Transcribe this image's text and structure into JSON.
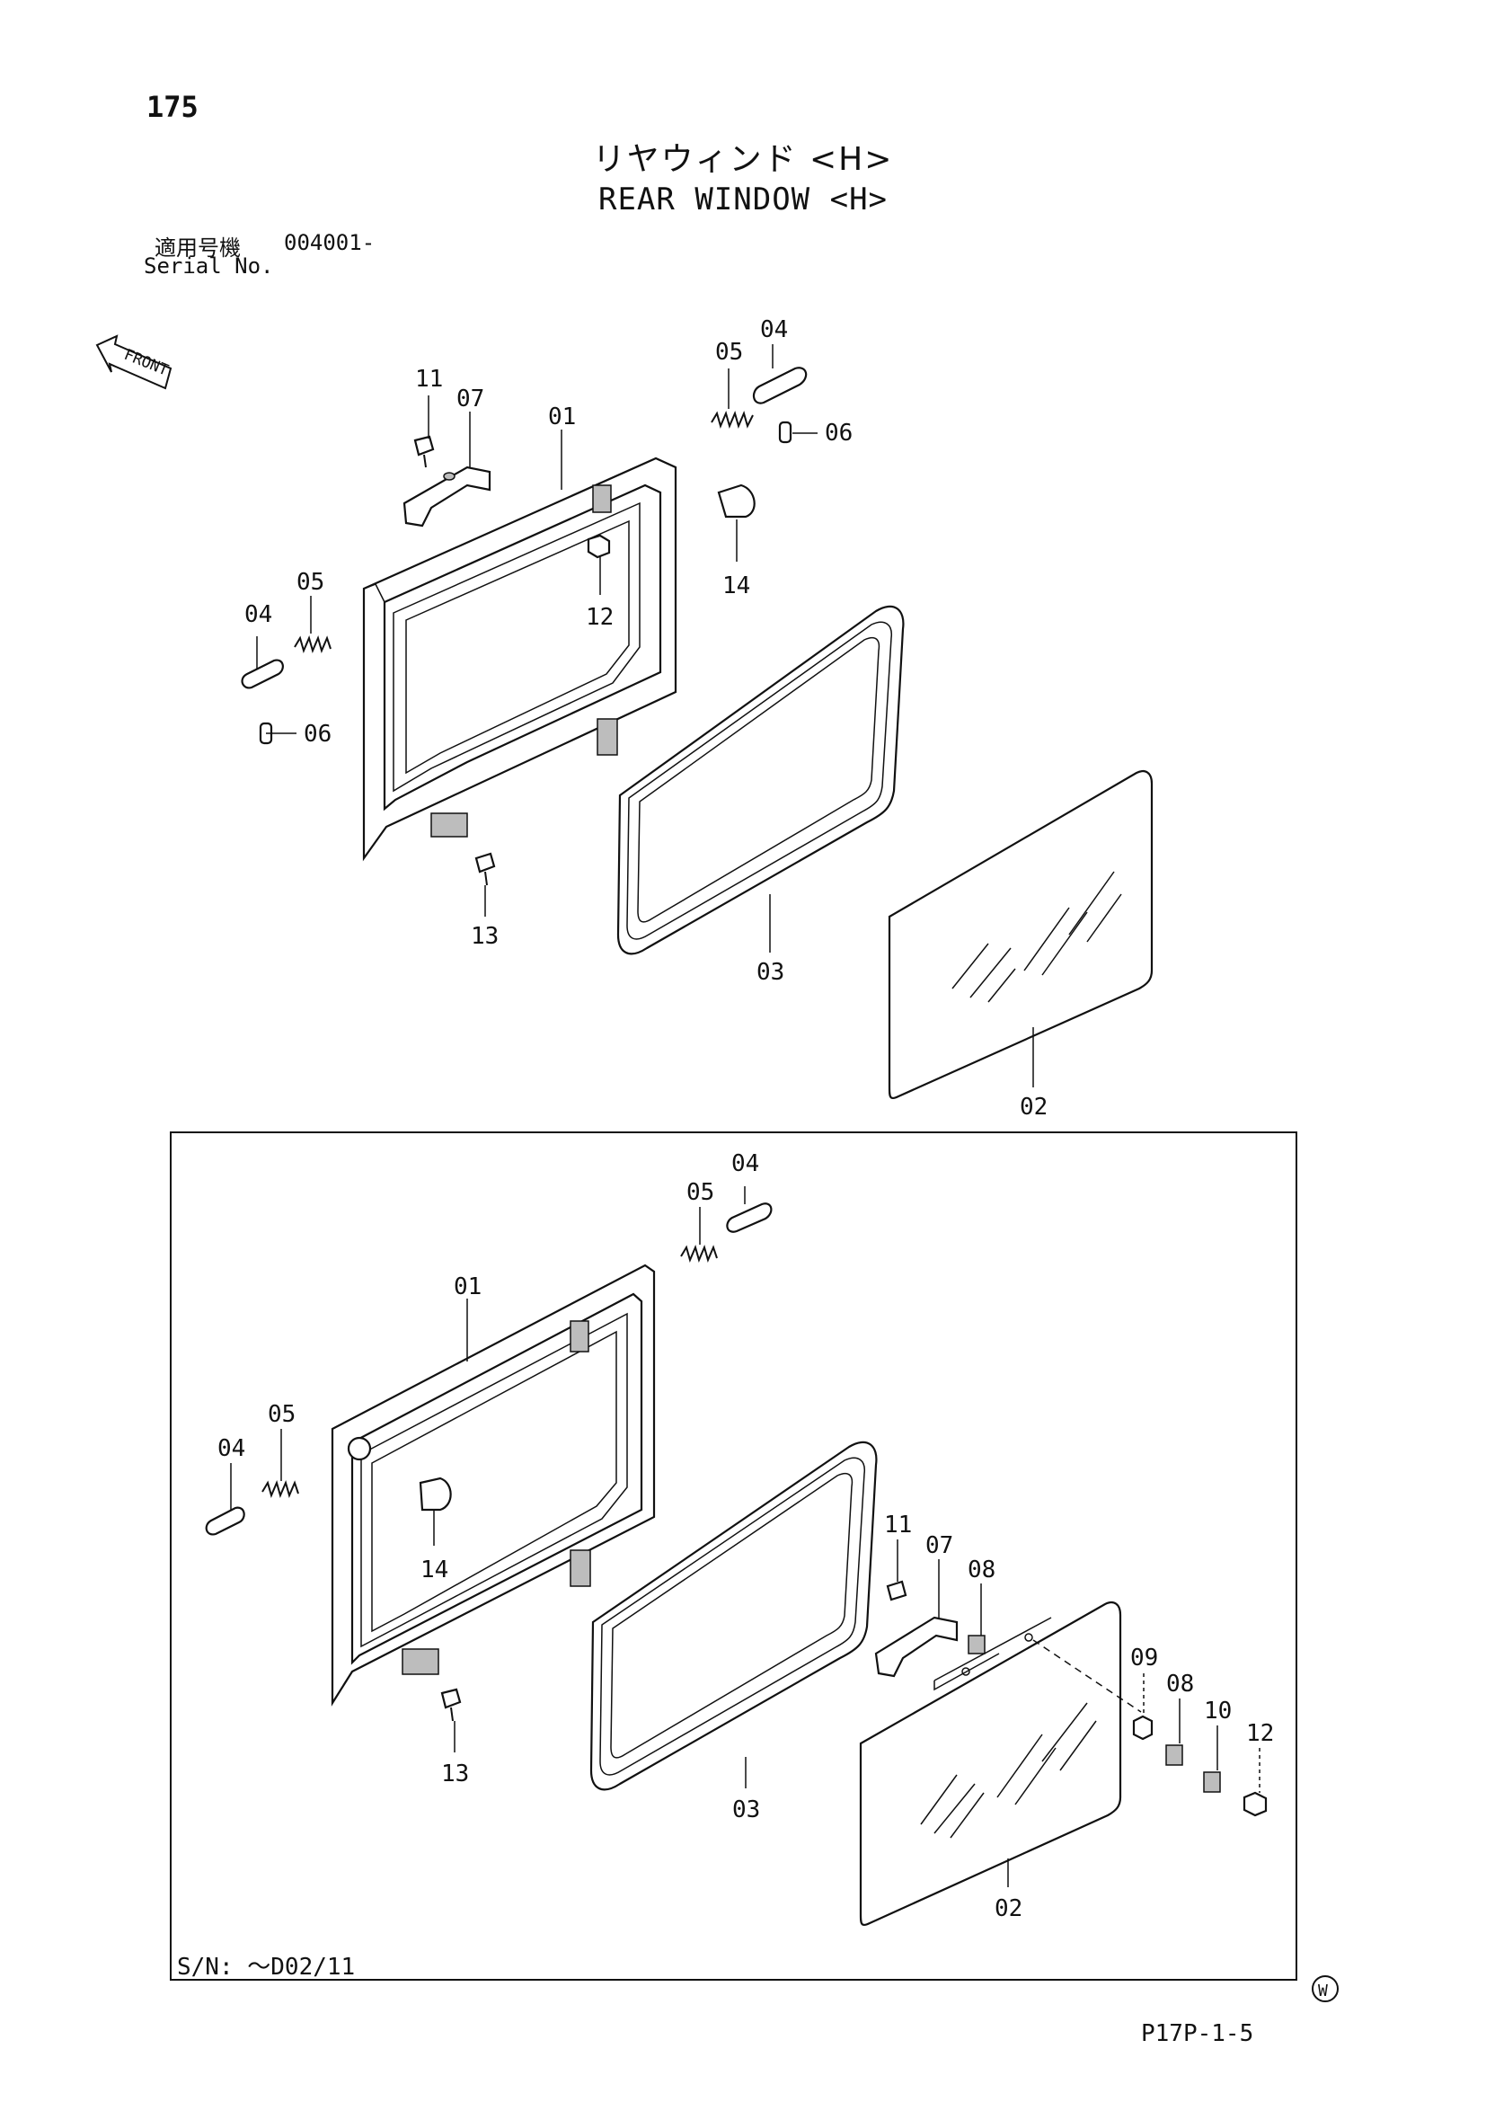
{
  "header": {
    "page_number": "175",
    "title_ja": "リヤウィンド <H>",
    "title_en": "REAR WINDOW <H>",
    "serial_label_ja": "適用号機",
    "serial_value": "004001-",
    "serial_label_en": "Serial No."
  },
  "diagram_top": {
    "front_label": "FRONT",
    "callouts": [
      "11",
      "07",
      "01",
      "05",
      "04",
      "06",
      "14",
      "12",
      "05",
      "04",
      "06",
      "13",
      "03",
      "02"
    ]
  },
  "diagram_bottom": {
    "sn_label": "S/N: ～D02/11",
    "callouts": [
      "05",
      "04",
      "01",
      "05",
      "04",
      "14",
      "11",
      "07",
      "08",
      "09",
      "08",
      "10",
      "12",
      "13",
      "03",
      "02"
    ]
  },
  "footer": {
    "maker_mark": "W",
    "code": "P17P-1-5"
  }
}
